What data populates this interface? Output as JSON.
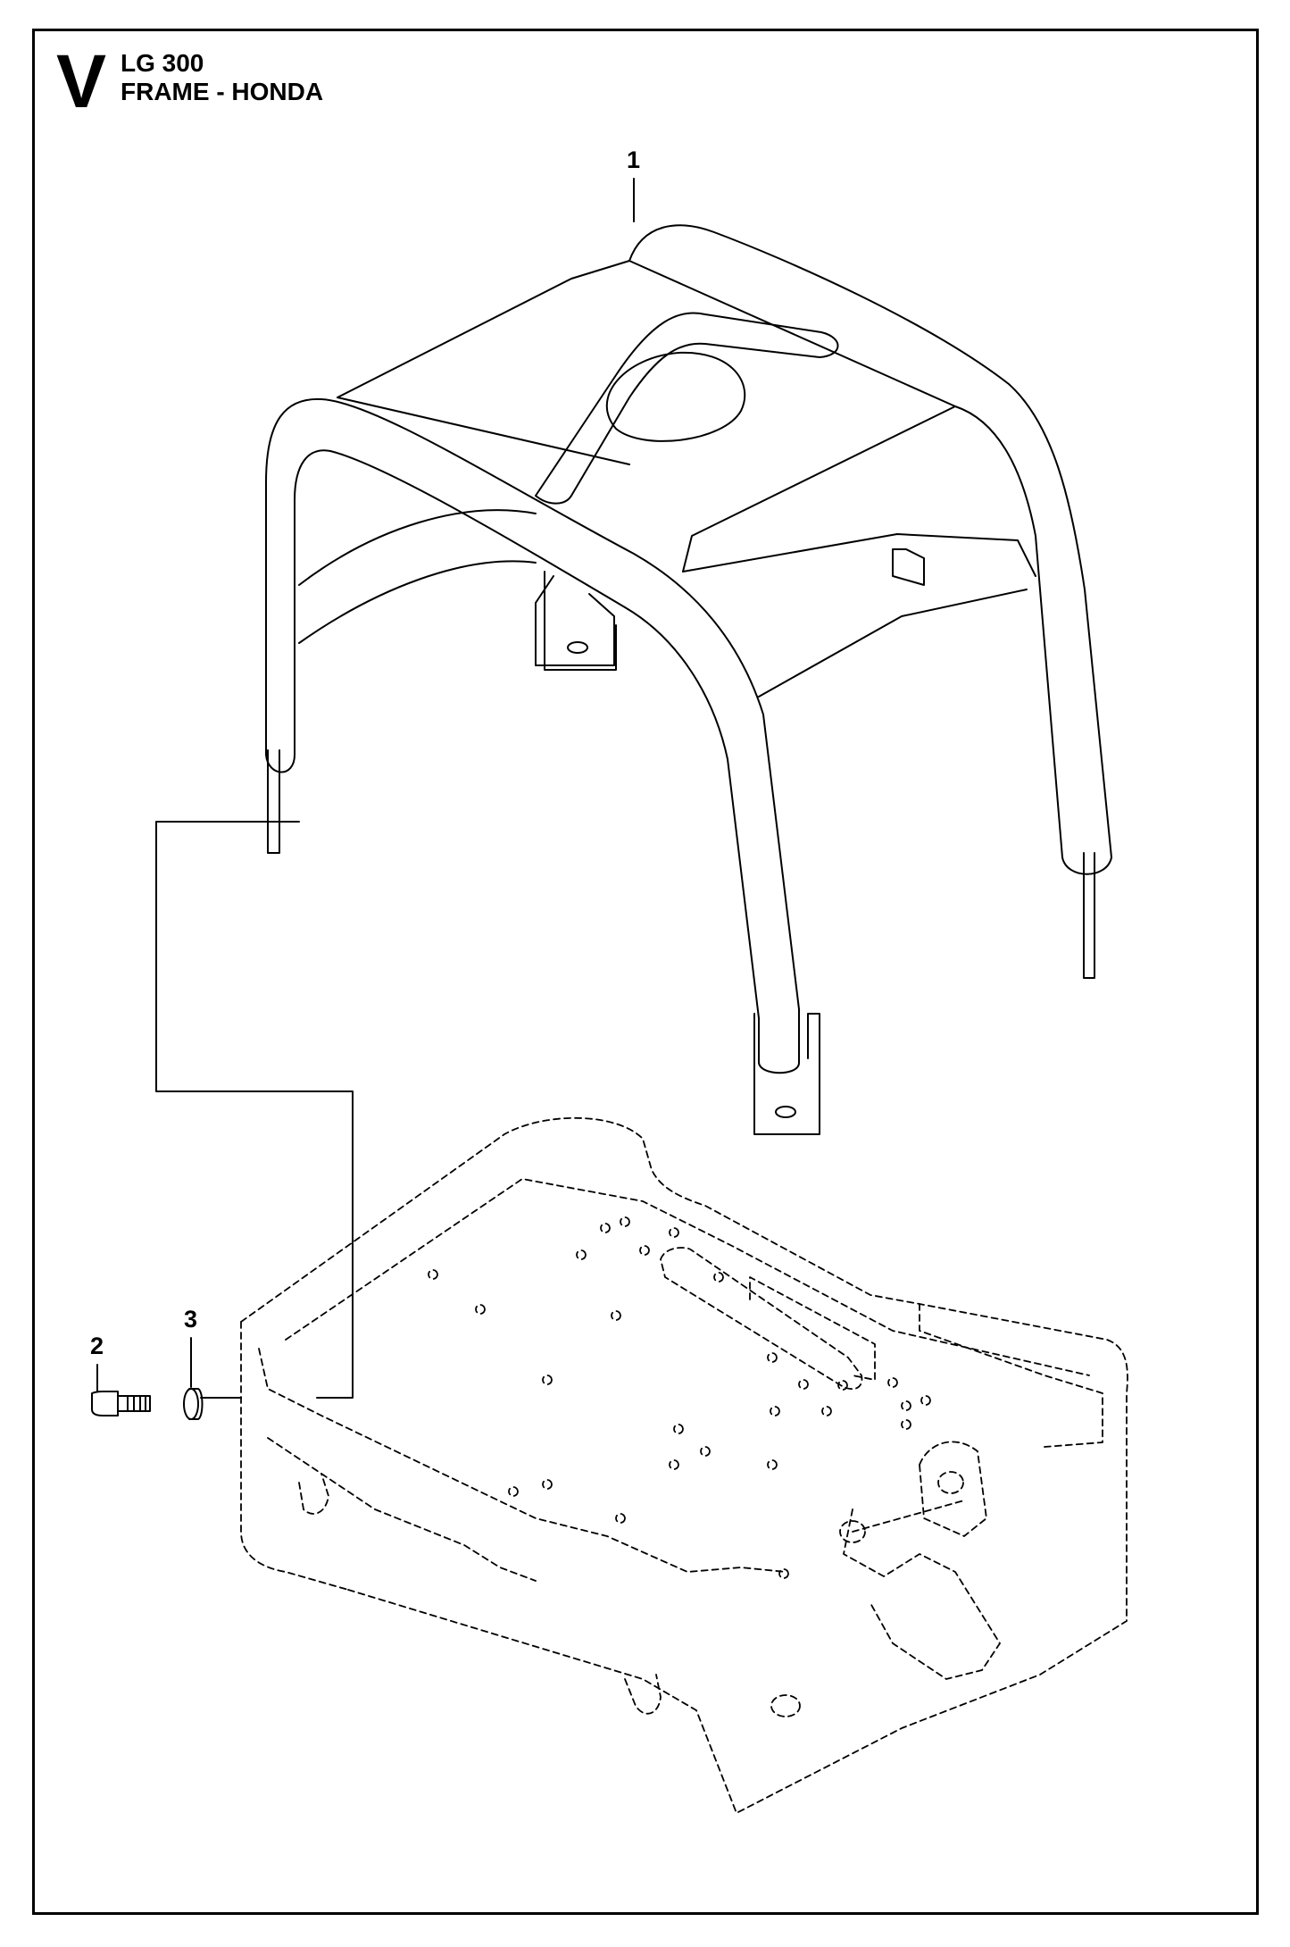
{
  "header": {
    "section_letter": "V",
    "model": "LG 300",
    "title": "FRAME - HONDA"
  },
  "callouts": [
    {
      "number": "1"
    },
    {
      "number": "2"
    },
    {
      "number": "3"
    }
  ],
  "line_color": "#000000",
  "background_color": "#ffffff"
}
